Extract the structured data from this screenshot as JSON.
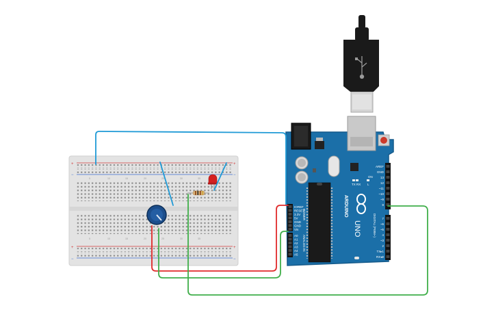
{
  "colors": {
    "board": "#1b6fa8",
    "board_dark": "#155a8a",
    "breadboard": "#e3e3e3",
    "rail_red": "#d13a3a",
    "rail_blue": "#3a6bd1",
    "wire_blue": "#1f9ad6",
    "wire_red": "#e02a2a",
    "wire_green": "#3fae49",
    "led_red": "#d42020",
    "pot_blue": "#1c4e8c",
    "usb_gray": "#c9c9c9"
  },
  "icons": {
    "logo": "arduino-infinity-logo",
    "reset": "reset-button-icon",
    "usb": "usb-plug-icon"
  },
  "arduino": {
    "model": "UNO",
    "brand": "ARDUINO",
    "power_header_title": "POWER",
    "analog_header_title": "ANALOG IN",
    "digital_header_title": "DIGITAL (PWM~)",
    "tx_label": "TX",
    "rx_label": "RX",
    "l_label": "L",
    "on_label": "ON",
    "power_pins": [
      "IOREF",
      "RESET",
      "3.3V",
      "5V",
      "GND",
      "GND",
      "Vin"
    ],
    "analog_pins": [
      "A0",
      "A1",
      "A2",
      "A3",
      "A4",
      "A5"
    ],
    "digital_top_pins": [
      "AREF",
      "GND",
      "13",
      "12",
      "~11",
      "~10",
      "~9",
      "8"
    ],
    "digital_bottom_pins": [
      "7",
      "~6",
      "~5",
      "4",
      "~3",
      "2",
      "TX▸1",
      "RX◂0"
    ]
  },
  "breadboard": {
    "plus_symbol": "+",
    "minus_symbol": "−"
  }
}
